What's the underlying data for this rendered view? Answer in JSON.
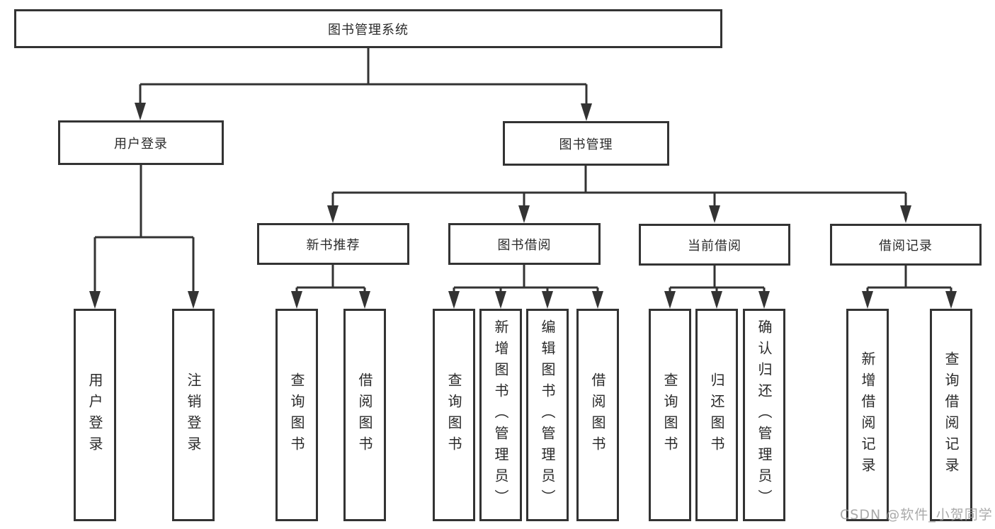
{
  "diagram": {
    "title_node": {
      "label": "图书管理系统"
    },
    "level2": [
      {
        "id": "user-login",
        "label": "用户登录"
      },
      {
        "id": "book-management",
        "label": "图书管理"
      }
    ],
    "level3": [
      {
        "id": "new-book-recommend",
        "label": "新书推荐",
        "parent": "book-management"
      },
      {
        "id": "book-borrow",
        "label": "图书借阅",
        "parent": "book-management"
      },
      {
        "id": "current-borrow",
        "label": "当前借阅",
        "parent": "book-management"
      },
      {
        "id": "borrow-record",
        "label": "借阅记录",
        "parent": "book-management"
      }
    ],
    "leaves": [
      {
        "parent": "user-login",
        "label": "用户登录"
      },
      {
        "parent": "user-login",
        "label": "注销登录"
      },
      {
        "parent": "new-book-recommend",
        "label": "查询图书"
      },
      {
        "parent": "new-book-recommend",
        "label": "借阅图书"
      },
      {
        "parent": "book-borrow",
        "label": "查询图书"
      },
      {
        "parent": "book-borrow",
        "label": "新增图书（管理员）"
      },
      {
        "parent": "book-borrow",
        "label": "编辑图书（管理员）"
      },
      {
        "parent": "book-borrow",
        "label": "借阅图书"
      },
      {
        "parent": "current-borrow",
        "label": "查询图书"
      },
      {
        "parent": "current-borrow",
        "label": "归还图书"
      },
      {
        "parent": "current-borrow",
        "label": "确认归还（管理员）"
      },
      {
        "parent": "borrow-record",
        "label": "新增借阅记录"
      },
      {
        "parent": "borrow-record",
        "label": "查询借阅记录"
      }
    ],
    "colors": {
      "line": "#333333",
      "box_background": "#ffffff",
      "text": "#2a2a2a",
      "watermark": "#9b9b9b"
    }
  },
  "watermark": {
    "text": "CSDN @软件_小贺同学"
  }
}
